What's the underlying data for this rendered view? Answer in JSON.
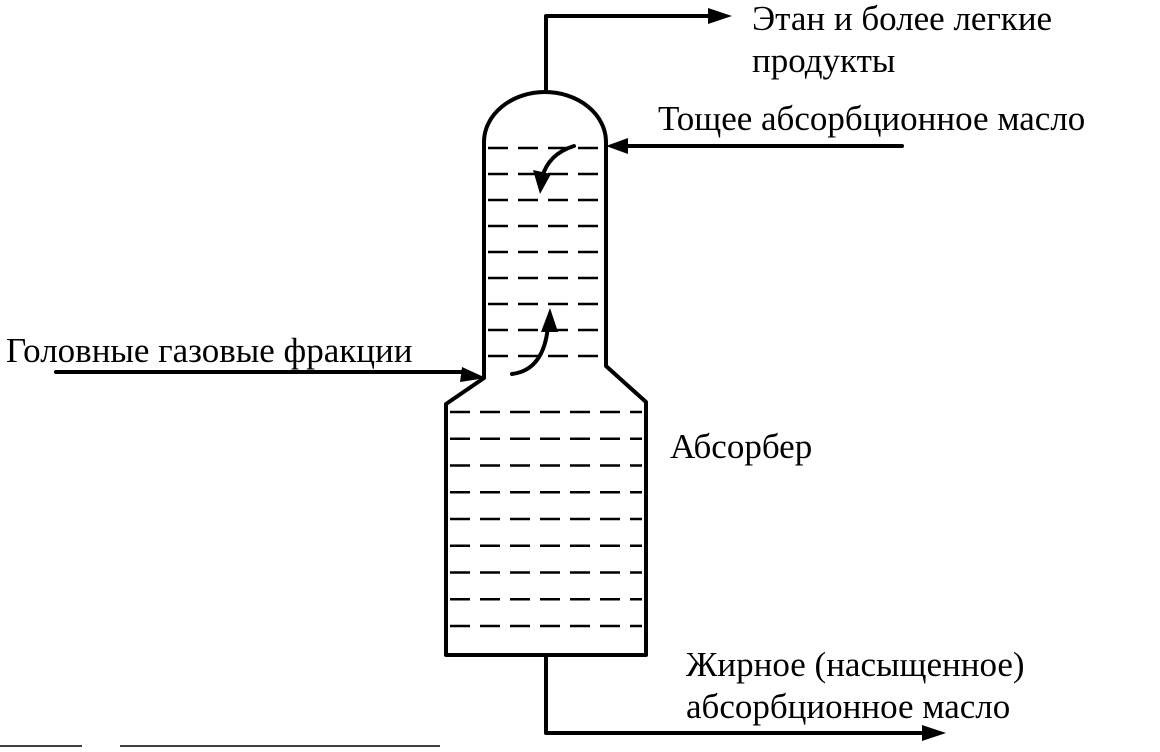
{
  "diagram": {
    "labels": {
      "overhead_product": [
        "Этан и более легкие",
        "продукты"
      ],
      "lean_oil": "Тощее абсорбционное масло",
      "feed_gas": "Головные газовые фракции",
      "absorber": "Абсорбер",
      "rich_oil": [
        "Жирное (насыщенное)",
        "абсорбционное масло"
      ]
    },
    "upper_section_tray_count": 9,
    "lower_section_tray_count": 9,
    "colors": {
      "line": "#000000",
      "background": "#ffffff"
    }
  }
}
